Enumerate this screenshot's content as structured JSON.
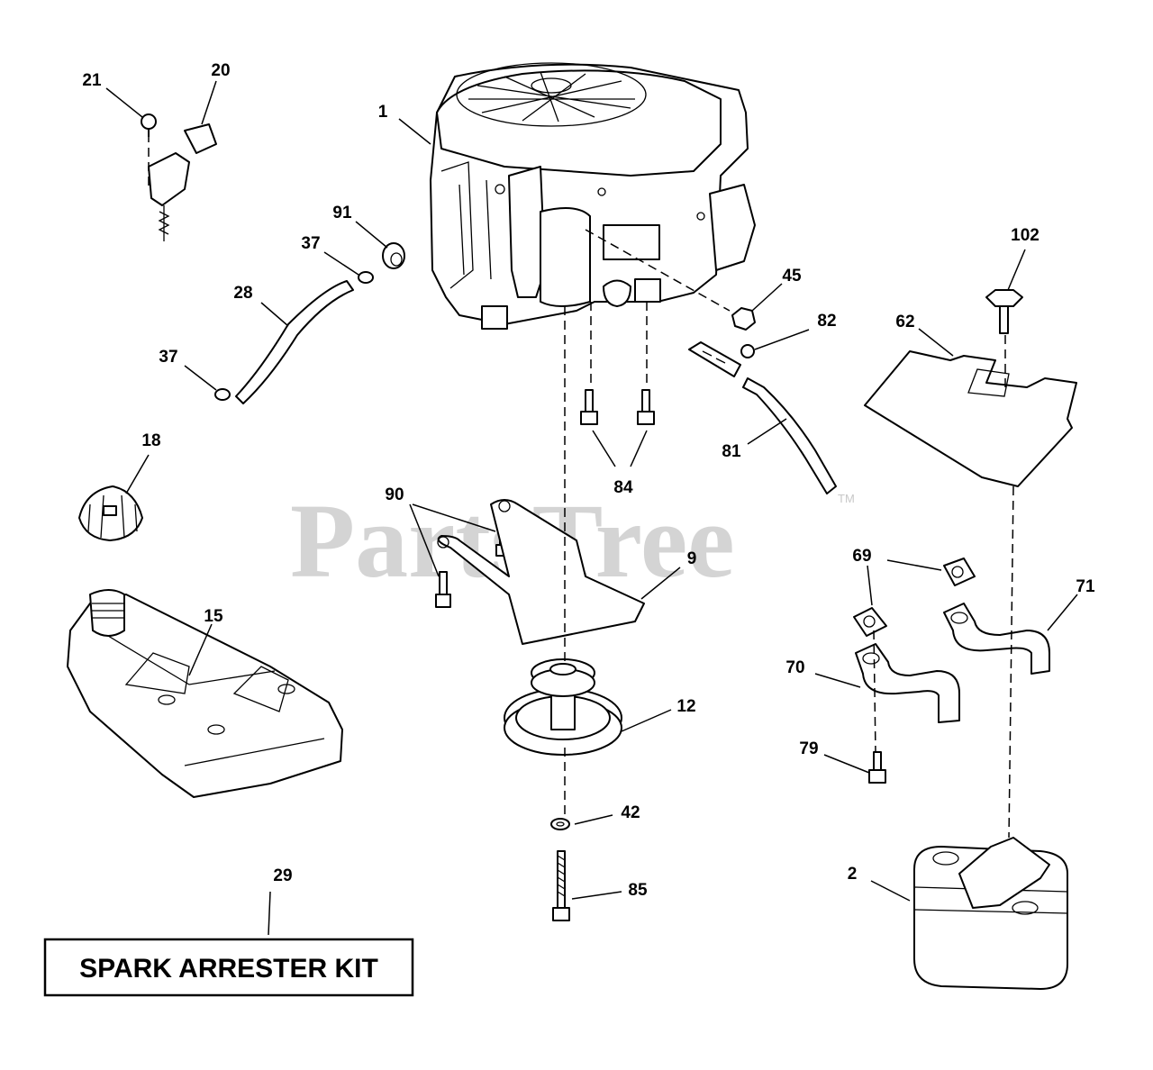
{
  "watermark": {
    "text": "PartsTree",
    "mark": "TM"
  },
  "kit_label": "SPARK ARRESTER KIT",
  "callouts": {
    "c1": "1",
    "c2": "2",
    "c9": "9",
    "c12": "12",
    "c15": "15",
    "c18": "18",
    "c20": "20",
    "c21": "21",
    "c28": "28",
    "c29": "29",
    "c37a": "37",
    "c37b": "37",
    "c42": "42",
    "c45": "45",
    "c62": "62",
    "c69": "69",
    "c70": "70",
    "c71": "71",
    "c79": "79",
    "c81": "81",
    "c82": "82",
    "c84": "84",
    "c85": "85",
    "c90": "90",
    "c91": "91",
    "c102": "102"
  }
}
